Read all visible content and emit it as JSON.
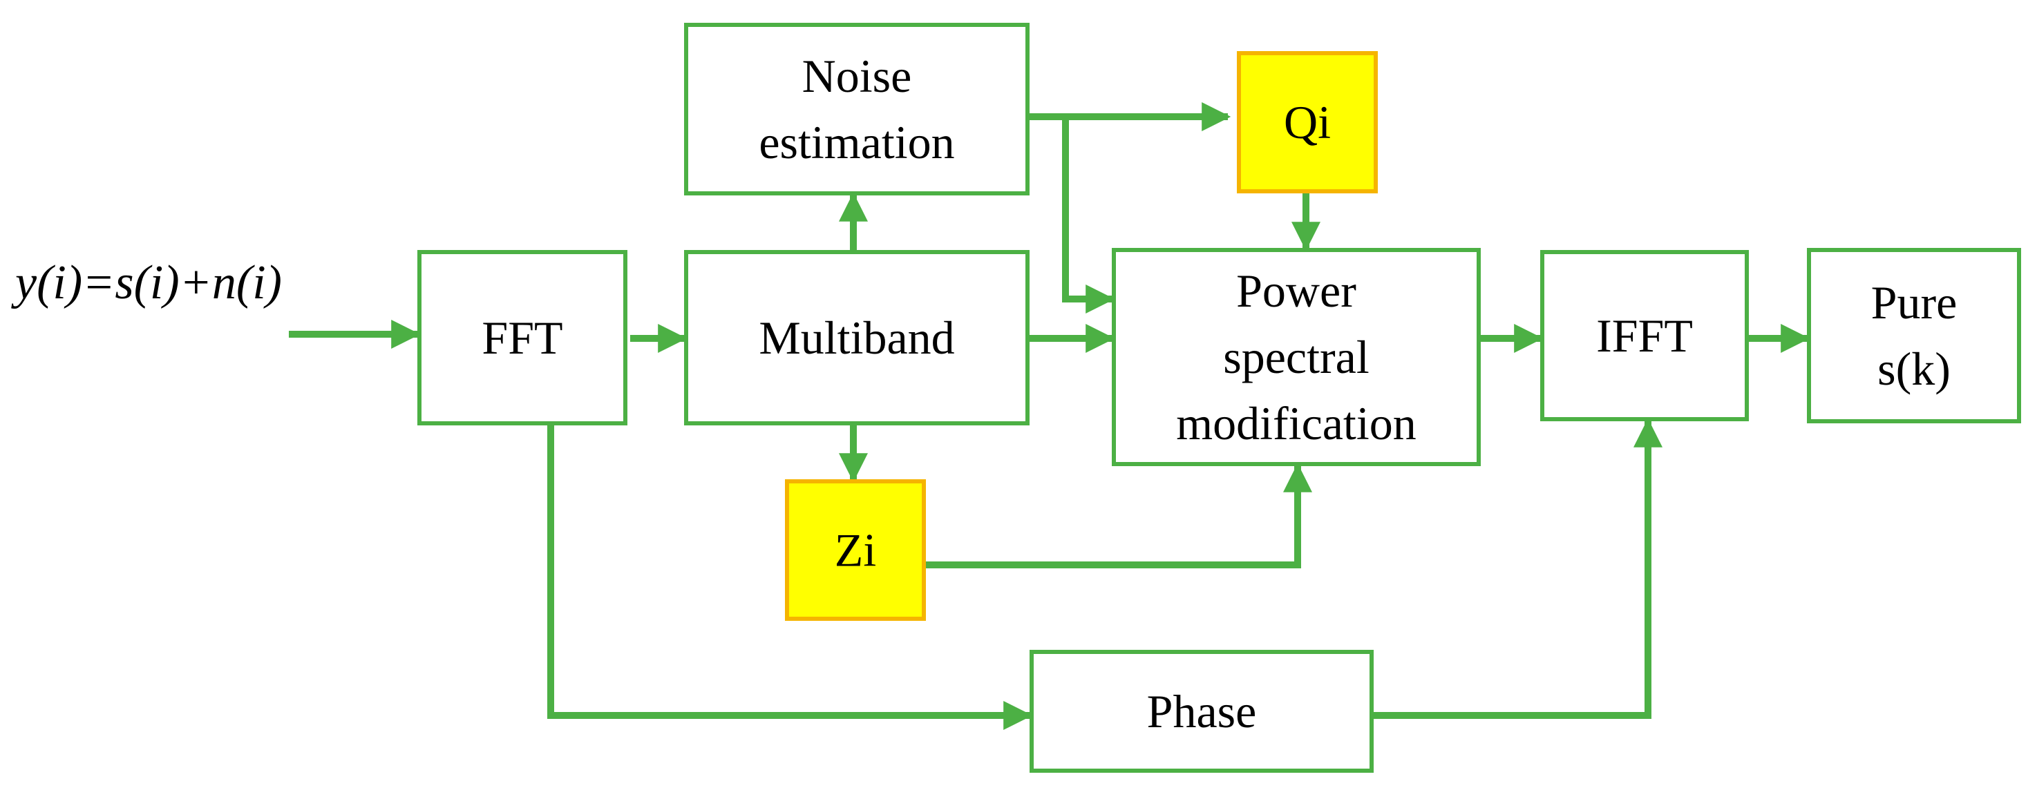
{
  "colors": {
    "line": "#4cb044",
    "box_stroke": "#4cb044",
    "box_fill": "#ffffff",
    "highlight_fill": "#ffff00",
    "highlight_stroke": "#f5b400",
    "text": "#000000"
  },
  "input_signal": "y(i)=s(i)+n(i)",
  "blocks": {
    "fft": {
      "lines": [
        "FFT"
      ]
    },
    "multiband": {
      "lines": [
        "Multiband"
      ]
    },
    "noise_estimation": {
      "lines": [
        "Noise",
        "estimation"
      ]
    },
    "qi": {
      "lines": [
        "Qi"
      ]
    },
    "zi": {
      "lines": [
        "Zi"
      ]
    },
    "power_spectral_modification": {
      "lines": [
        "Power",
        "spectral",
        "modification"
      ]
    },
    "ifft": {
      "lines": [
        "IFFT"
      ]
    },
    "pure": {
      "lines": [
        "Pure",
        "s(k)"
      ]
    },
    "phase": {
      "lines": [
        "Phase"
      ]
    }
  },
  "connections": [
    {
      "from": "input",
      "to": "fft"
    },
    {
      "from": "fft",
      "to": "multiband"
    },
    {
      "from": "multiband",
      "to": "noise_estimation"
    },
    {
      "from": "multiband",
      "to": "zi"
    },
    {
      "from": "multiband",
      "to": "power_spectral_modification"
    },
    {
      "from": "noise_estimation",
      "to": "qi"
    },
    {
      "from": "noise_estimation",
      "to": "power_spectral_modification"
    },
    {
      "from": "qi",
      "to": "power_spectral_modification"
    },
    {
      "from": "zi",
      "to": "power_spectral_modification"
    },
    {
      "from": "power_spectral_modification",
      "to": "ifft"
    },
    {
      "from": "ifft",
      "to": "pure"
    },
    {
      "from": "fft",
      "to": "phase"
    },
    {
      "from": "phase",
      "to": "ifft"
    }
  ]
}
